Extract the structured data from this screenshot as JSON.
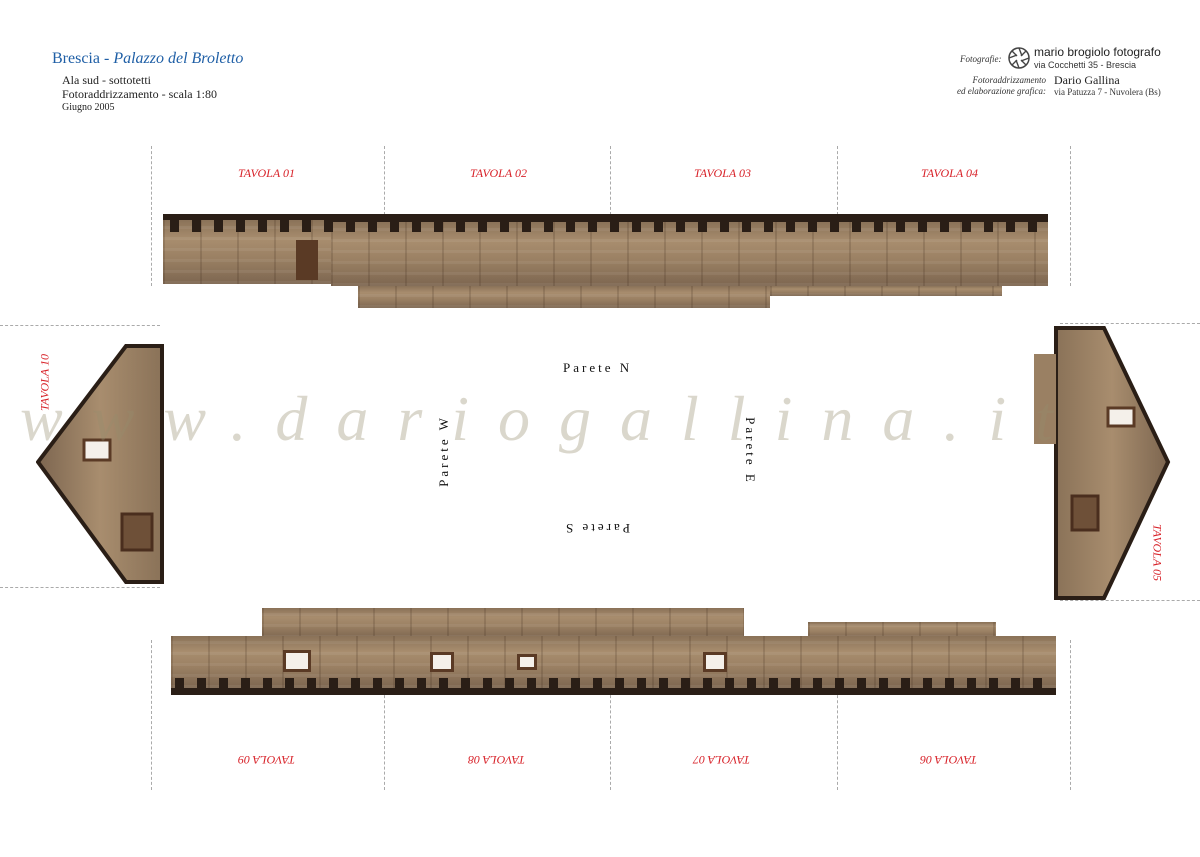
{
  "header": {
    "title_main": "Brescia - ",
    "title_sub": "Palazzo del Broletto",
    "line1": "Ala sud - sottotetti",
    "line2": "Fotoraddrizzamento - scala 1:80",
    "line3": "Giugno 2005"
  },
  "credits": {
    "photo_label": "Fotografie:",
    "photo_name": "mario brogiolo fotografo",
    "photo_address": "via Cocchetti 35 - Brescia",
    "processing_label_1": "Fotoraddrizzamento",
    "processing_label_2": "ed elaborazione grafica:",
    "processing_name": "Dario Gallina",
    "processing_address": "via Patuzza 7 - Nuvolera (Bs)"
  },
  "tavole": {
    "top": [
      "TAVOLA 01",
      "TAVOLA 02",
      "TAVOLA 03",
      "TAVOLA 04"
    ],
    "right": "TAVOLA 05",
    "bottom": [
      "TAVOLA 06",
      "TAVOLA 07",
      "TAVOLA 08",
      "TAVOLA 09"
    ],
    "left": "TAVOLA 10"
  },
  "pareti": {
    "north": "Parete N",
    "south": "Parete S",
    "east": "Parete E",
    "west": "Parete W"
  },
  "watermark": "www.dariogallina.it",
  "colors": {
    "title_blue": "#1f5fa6",
    "tavola_red": "#d8232a",
    "wall_stone": "#a88d6e"
  }
}
